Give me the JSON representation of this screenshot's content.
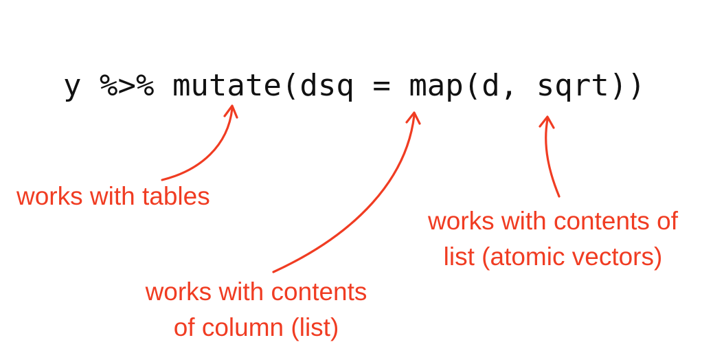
{
  "code": "y %>% mutate(dsq = map(d, sqrt))",
  "annotations": {
    "tables": {
      "text": "works with tables"
    },
    "column": {
      "line1": "works with contents",
      "line2": "of column (list)"
    },
    "atomic": {
      "line1": "works with contents of",
      "line2": "list (atomic vectors)"
    }
  },
  "colors": {
    "code": "#111111",
    "annotation": "#f03c22"
  }
}
